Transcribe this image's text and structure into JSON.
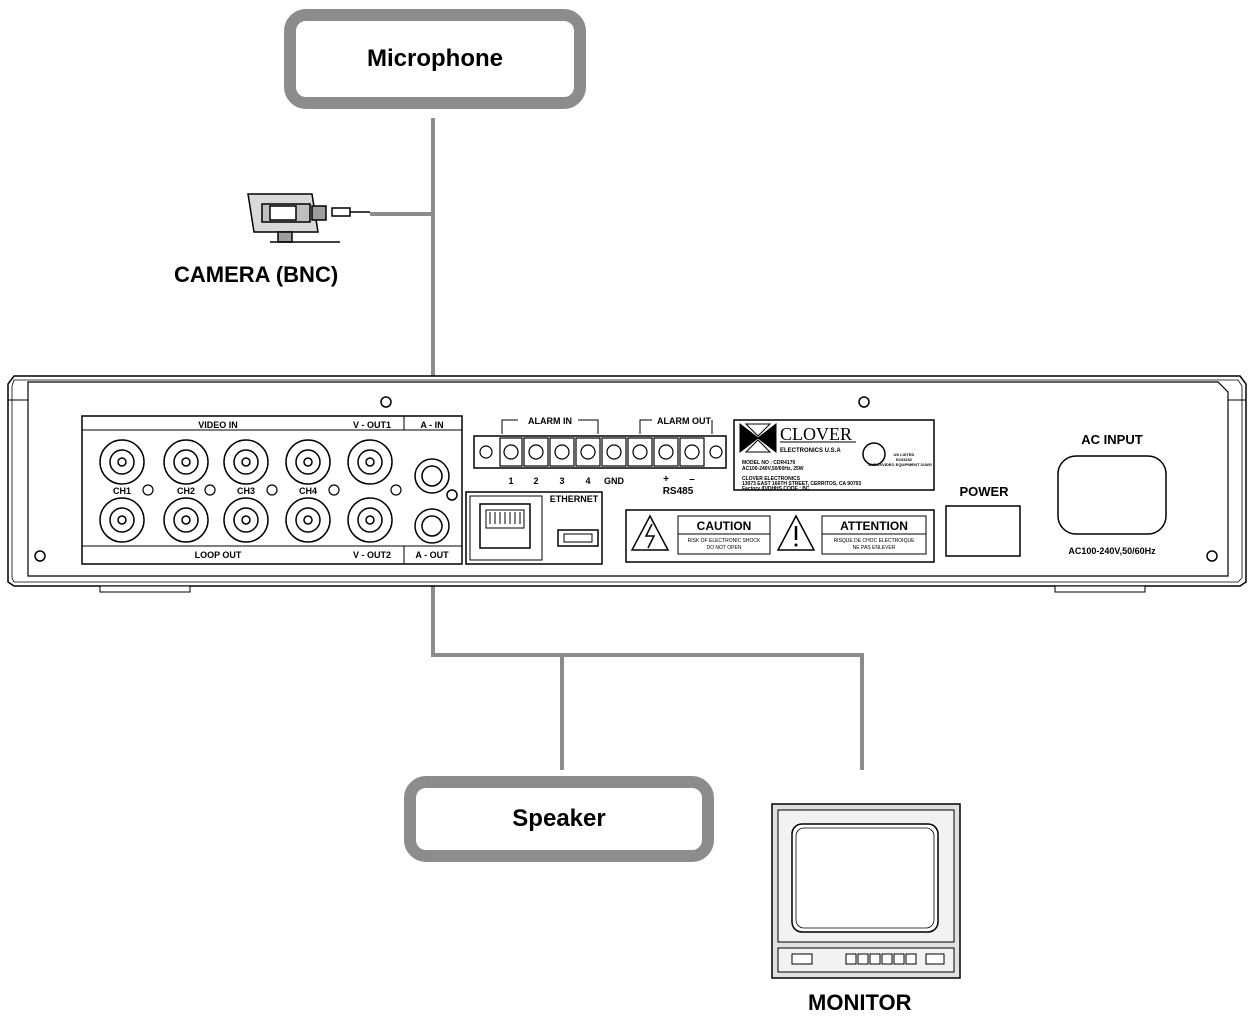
{
  "boxes": {
    "microphone": "Microphone",
    "speaker": "Speaker"
  },
  "devices": {
    "camera": "CAMERA (BNC)",
    "monitor": "MONITOR"
  },
  "dvr": {
    "video_in": "VIDEO IN",
    "v_out1": "V - OUT1",
    "a_in": "A - IN",
    "ch1": "CH1",
    "ch2": "CH2",
    "ch3": "CH3",
    "ch4": "CH4",
    "loop_out": "LOOP OUT",
    "v_out2": "V - OUT2",
    "a_out": "A - OUT",
    "alarm_in": "ALARM IN",
    "alarm_out": "ALARM OUT",
    "alarm_1": "1",
    "alarm_2": "2",
    "alarm_3": "3",
    "alarm_4": "4",
    "gnd": "GND",
    "plus": "+",
    "minus": "–",
    "rs485": "RS485",
    "ethernet": "ETHERNET",
    "brand": "CLOVER",
    "brand_sub": "ELECTRONICS U.S.A",
    "model_line1": "MODEL NO  :  CDR4170",
    "model_line2": "AC100-240V,50/60Hz, 25W",
    "company_line1": "CLOVER ELECTRONICS",
    "company_line2": "13073 EAST 166TH STREET, CERRITOS, CA 90703",
    "company_line3": "Factory ID/DHHS CODE : BC",
    "ul_line1": "US LISTED",
    "ul_line2": "E233232",
    "ul_line3": "AUDIO/VIDEO EQUIPMENT 31WG",
    "caution": "CAUTION",
    "caution_sub1": "RISK OF ELECTRONIC SHOCK",
    "caution_sub2": "DO NOT OPEN",
    "attention": "ATTENTION",
    "attention_sub1": "RISQUE DE CHOC ELECTROIQUE",
    "attention_sub2": "NE PAS ENLEVER",
    "power": "POWER",
    "ac_input": "AC INPUT",
    "ac_spec": "AC100-240V,50/60Hz"
  },
  "colors": {
    "wire": "#8c8c8c",
    "panel_line": "#000000"
  }
}
